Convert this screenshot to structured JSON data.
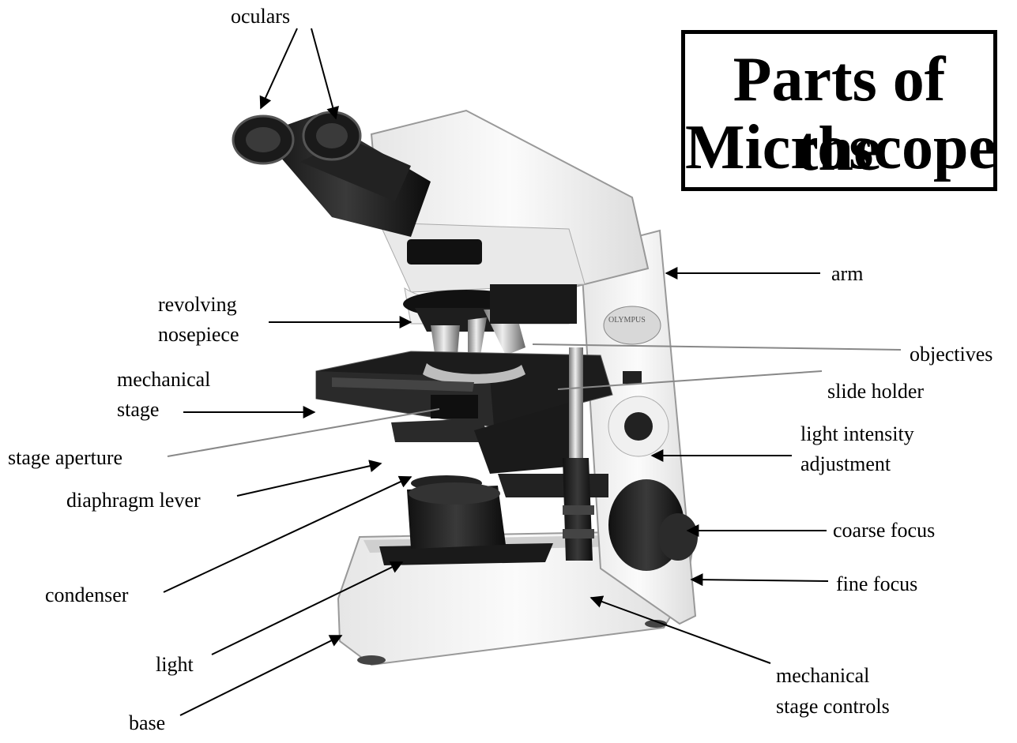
{
  "title": {
    "line1": "Parts of the",
    "line2": "Microscope"
  },
  "labels": {
    "oculars": "oculars",
    "arm": "arm",
    "revolving_1": "revolving",
    "revolving_2": "nosepiece",
    "objectives": "objectives",
    "mechanical_stage_1": "mechanical",
    "mechanical_stage_2": "stage",
    "slide_holder": "slide holder",
    "stage_aperture": "stage aperture",
    "light_intensity_1": "light intensity",
    "light_intensity_2": "adjustment",
    "diaphragm_lever": "diaphragm lever",
    "coarse_focus": "coarse focus",
    "condenser": "condenser",
    "fine_focus": "fine focus",
    "light": "light",
    "stage_controls_1": "mechanical",
    "stage_controls_2": "stage controls",
    "base": "base"
  },
  "colors": {
    "ink": "#000000",
    "gray_pointer": "#888888"
  }
}
